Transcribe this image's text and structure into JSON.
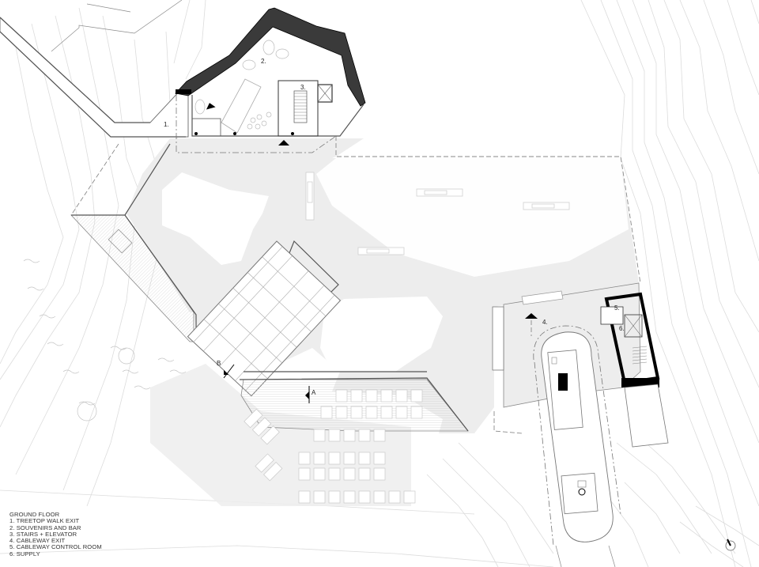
{
  "drawing": {
    "type": "architectural ground floor plan",
    "legend": {
      "title": "GROUND FLOOR",
      "items": [
        {
          "number": "1.",
          "label": "TREETOP WALK EXIT"
        },
        {
          "number": "2.",
          "label": "SOUVENIRS AND BAR"
        },
        {
          "number": "3.",
          "label": "STAIRS + ELEVATOR"
        },
        {
          "number": "4.",
          "label": "CABLEWAY EXIT"
        },
        {
          "number": "5.",
          "label": "CABLEWAY CONTROL ROOM"
        },
        {
          "number": "6.",
          "label": "SUPPLY"
        }
      ]
    },
    "room_tags": {
      "r1": "1.",
      "r2": "2.",
      "r3": "3.",
      "r4": "4.",
      "r5": "5.",
      "r6": "6."
    },
    "section_marks": {
      "a": "A",
      "b": "B"
    },
    "colors": {
      "roof_fill": "#3a3a3a",
      "wall_poche": "#000000",
      "plaza_fill": "#ededed",
      "contour_line": "#dcdcdc",
      "background": "#ffffff"
    },
    "north_arrow": "north-arrow-icon"
  },
  "legend_lines": {
    "title": "GROUND FLOOR",
    "l1": "1. TREETOP WALK EXIT",
    "l2": "2. SOUVENIRS AND BAR",
    "l3": "3. STAIRS + ELEVATOR",
    "l4": "4. CABLEWAY EXIT",
    "l5": "5. CABLEWAY CONTROL ROOM",
    "l6": "6. SUPPLY"
  }
}
